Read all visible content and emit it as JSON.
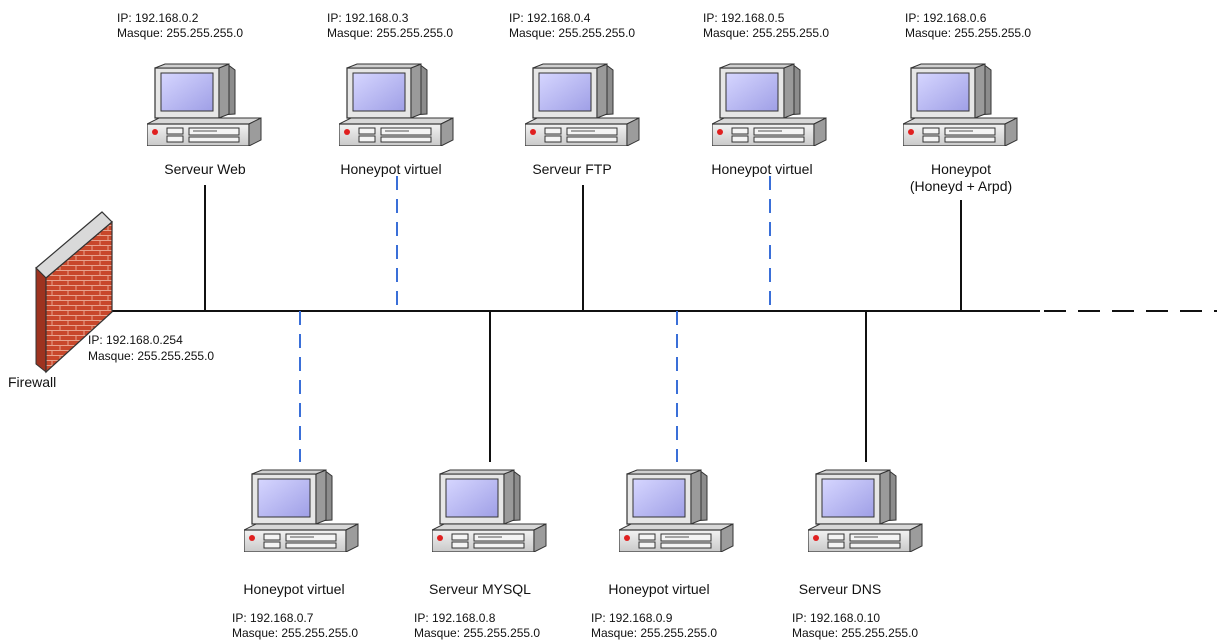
{
  "top_nodes": [
    {
      "ip": "IP: 192.168.0.2",
      "mask": "Masque: 255.255.255.0",
      "name": "Serveur Web",
      "name2": "",
      "link": "solid"
    },
    {
      "ip": "IP: 192.168.0.3",
      "mask": "Masque: 255.255.255.0",
      "name": "Honeypot virtuel",
      "name2": "",
      "link": "dashed"
    },
    {
      "ip": "IP: 192.168.0.4",
      "mask": "Masque: 255.255.255.0",
      "name": "Serveur FTP",
      "name2": "",
      "link": "solid"
    },
    {
      "ip": "IP: 192.168.0.5",
      "mask": "Masque: 255.255.255.0",
      "name": "Honeypot virtuel",
      "name2": "",
      "link": "dashed"
    },
    {
      "ip": "IP: 192.168.0.6",
      "mask": "Masque: 255.255.255.0",
      "name": "Honeypot",
      "name2": "(Honeyd + Arpd)",
      "link": "solid"
    }
  ],
  "bottom_nodes": [
    {
      "ip": "IP: 192.168.0.7",
      "mask": "Masque: 255.255.255.0",
      "name": "Honeypot virtuel",
      "link": "dashed"
    },
    {
      "ip": "IP: 192.168.0.8",
      "mask": "Masque: 255.255.255.0",
      "name": "Serveur MYSQL",
      "link": "solid"
    },
    {
      "ip": "IP: 192.168.0.9",
      "mask": "Masque: 255.255.255.0",
      "name": "Honeypot virtuel",
      "link": "dashed"
    },
    {
      "ip": "IP: 192.168.0.10",
      "mask": "Masque: 255.255.255.0",
      "name": "Serveur DNS",
      "link": "solid"
    }
  ],
  "firewall": {
    "label": "Firewall",
    "ip": "IP: 192.168.0.254",
    "mask": "Masque: 255.255.255.0"
  },
  "colors": {
    "line": "#111111",
    "virtual_link": "#3a6fd8",
    "brick": "#c8472b",
    "screen": "#b9b9f2"
  }
}
